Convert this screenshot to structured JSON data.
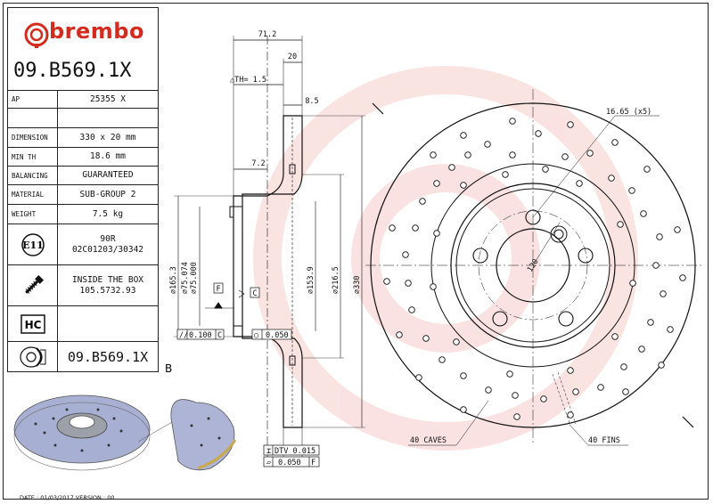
{
  "brand": {
    "name": "brembo",
    "color": "#d52b1e"
  },
  "part_number": "09.B569.1X",
  "specs": [
    {
      "key": "AP",
      "value": "25355 X"
    },
    {
      "key": "",
      "value": ""
    },
    {
      "key": "DIMENSION",
      "value": "330 x 20 mm"
    },
    {
      "key": "MIN TH",
      "value": "18.6 mm"
    },
    {
      "key": "BALANCING",
      "value": "GUARANTEED"
    },
    {
      "key": "MATERIAL",
      "value": "SUB-GROUP 2"
    },
    {
      "key": "WEIGHT",
      "value": "7.5 kg"
    }
  ],
  "approval": {
    "icon": "e11-mark-icon",
    "mark": "E11",
    "code1": "90R",
    "code2": "02C01203/30342"
  },
  "inside_box": {
    "icon": "screw-icon",
    "line1": "INSIDE THE BOX",
    "line2": "105.5732.93"
  },
  "hc": {
    "icon": "hc-mark-icon",
    "mark": "HC"
  },
  "bottom_part": {
    "icon": "disc-profile-icon",
    "value": "09.B569.1X"
  },
  "section_view": {
    "dims": {
      "d71_2": "71.2",
      "d20": "20",
      "th": "TH= 1.5",
      "d8_5": "8.5",
      "d7_2": "7.2",
      "d165_3": "165.3",
      "d75_074": "75.074",
      "d75_000": "75.000",
      "d153_9": "153.9",
      "d216_5": "216.5",
      "d330": "330"
    },
    "ref_f": "F",
    "ref_c": "C",
    "ref_b": "B",
    "tol1_value": "0.100",
    "tol1_ref": "C",
    "tol2_value": "0.050",
    "dtv_label": "DTV",
    "dtv_value": "0.015",
    "flat_value": "0.050",
    "flat_ref": "F"
  },
  "front_view": {
    "holes_label": "16.65 (x5)",
    "pcd": "120",
    "caves": "40 CAVES",
    "fins": "40 FINS"
  },
  "footer": {
    "date_label": "DATE :",
    "date": "01/03/2017",
    "version_label": "VERSION :",
    "version": "00"
  }
}
